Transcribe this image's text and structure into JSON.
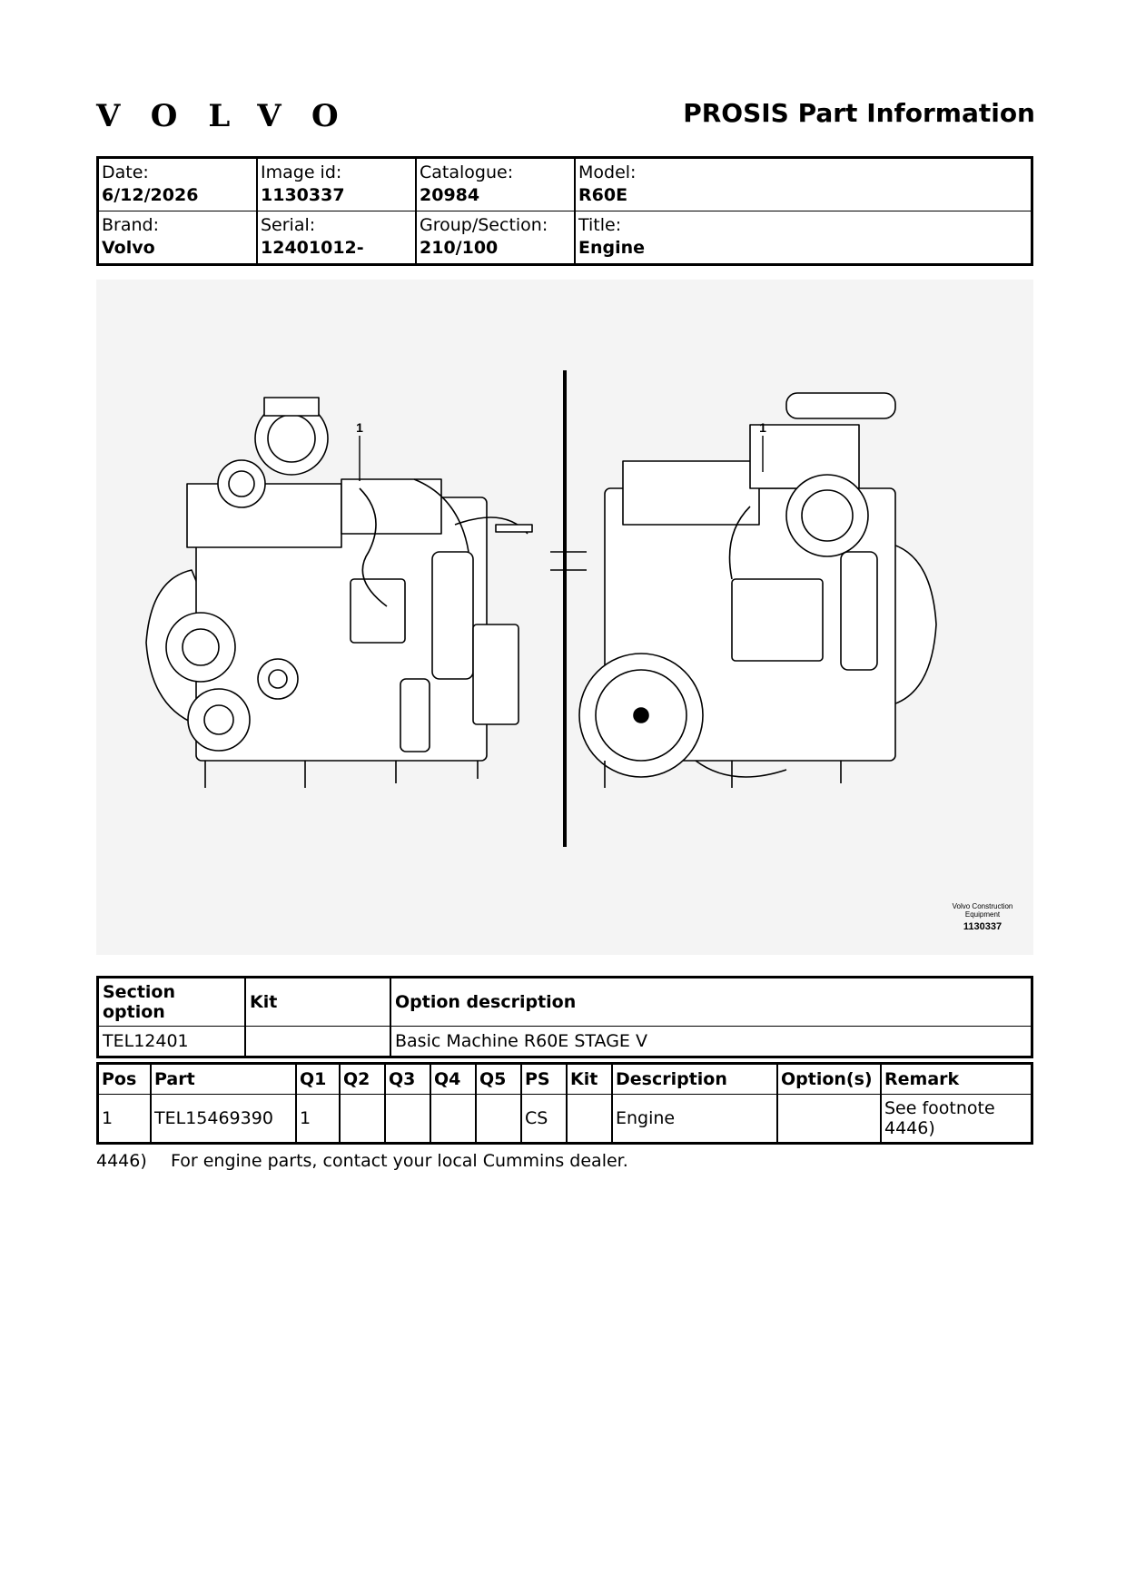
{
  "header": {
    "brand_logo": "VOLVO",
    "title": "PROSIS Part Information"
  },
  "info": {
    "date_label": "Date:",
    "date": "6/12/2026",
    "image_id_label": "Image id:",
    "image_id": "1130337",
    "catalogue_label": "Catalogue:",
    "catalogue": "20984",
    "model_label": "Model:",
    "model": "R60E",
    "brand_label": "Brand:",
    "brand": "Volvo",
    "serial_label": "Serial:",
    "serial": "12401012-",
    "group_label": "Group/Section:",
    "group": "210/100",
    "title_label": "Title:",
    "title": "Engine"
  },
  "figure": {
    "callout_left": "1",
    "callout_right": "1",
    "credit_line1": "Volvo Construction",
    "credit_line2": "Equipment",
    "image_number": "1130337"
  },
  "section_options": {
    "headers": [
      "Section option",
      "Kit",
      "Option description"
    ],
    "rows": [
      [
        "TEL12401",
        "",
        "Basic Machine R60E STAGE V"
      ]
    ]
  },
  "parts": {
    "headers": [
      "Pos",
      "Part",
      "Q1",
      "Q2",
      "Q3",
      "Q4",
      "Q5",
      "PS",
      "Kit",
      "Description",
      "Option(s)",
      "Remark"
    ],
    "rows": [
      [
        "1",
        "TEL15469390",
        "1",
        "",
        "",
        "",
        "",
        "CS",
        "",
        "Engine",
        "",
        "See footnote 4446)"
      ]
    ]
  },
  "footnotes": [
    {
      "number": "4446)",
      "text": "For engine parts, contact your local Cummins dealer."
    }
  ]
}
